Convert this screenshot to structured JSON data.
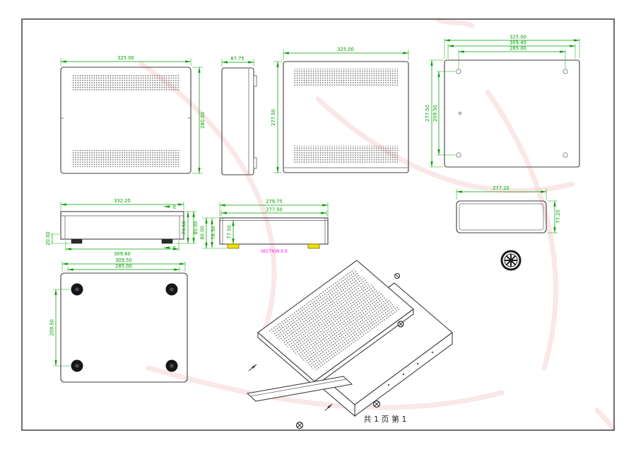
{
  "colors": {
    "dimension": "#00a000",
    "geometry": "#3f3f3f",
    "section_label": "#ff00ff",
    "foot_highlight": "#f0e000",
    "watermark": "#f3c6c6"
  },
  "footer": {
    "page_label": "共 1 页 第 1"
  },
  "views": {
    "top_cover": {
      "dim_width": "325.00",
      "dim_height": "280.00"
    },
    "side_panel": {
      "dim_width": "87.75"
    },
    "front_panel": {
      "dim_width": "325.00",
      "dim_height": "277.50"
    },
    "rear_panel": {
      "dim_width_outer": "325.00",
      "dim_width_mid": "309.40",
      "dim_width_inner": "285.00",
      "dim_height_outer": "277.50",
      "dim_height_inner": "209.50"
    },
    "front_elevation": {
      "dim_width": "332.20",
      "dim_width_inner": "309.60",
      "dim_height_left": "20.00",
      "dim_height_inner": "79.50",
      "dim_height_outer": "80.00",
      "section_marker": "E"
    },
    "section_ee": {
      "label": "SECTION E-E",
      "dim_width_outer": "279.75",
      "dim_width_inner": "277.50",
      "dim_height_outer": "80.00",
      "dim_height_mid": "78.50",
      "dim_height_inner": "77.50"
    },
    "rear_strip": {
      "dim_width": "277.20",
      "dim_height": "77.20"
    },
    "bottom_panel": {
      "dim_width_outer": "309.50",
      "dim_width_inner": "285.00",
      "dim_height": "209.50"
    }
  }
}
